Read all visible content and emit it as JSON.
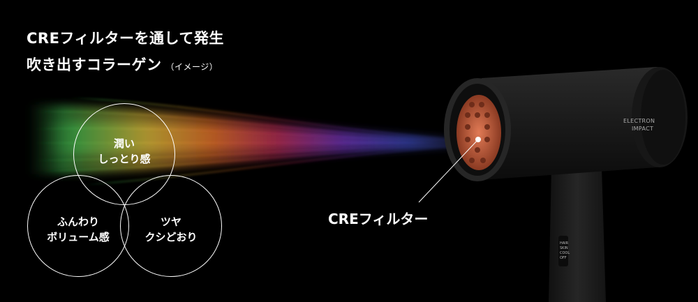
{
  "headline": {
    "line1": "CREフィルターを通して発生",
    "line2": "吹き出すコラーゲン",
    "note": "（イメージ）"
  },
  "circles": {
    "top": {
      "line1": "潤い",
      "line2": "しっとり感"
    },
    "left": {
      "line1": "ふんわり",
      "line2": "ボリューム感"
    },
    "right": {
      "line1": "ツヤ",
      "line2": "クシどおり"
    }
  },
  "callout": {
    "label": "CREフィルター"
  },
  "product": {
    "brand_line1": "ELECTRON",
    "brand_line2": "IMPACT",
    "modes": [
      "HAIR",
      "SKIN",
      "COOL",
      "OFF"
    ]
  },
  "colors": {
    "background": "#000000",
    "text": "#ffffff",
    "filter": "#c8603e",
    "dryer_body": "#1c1c1c"
  }
}
